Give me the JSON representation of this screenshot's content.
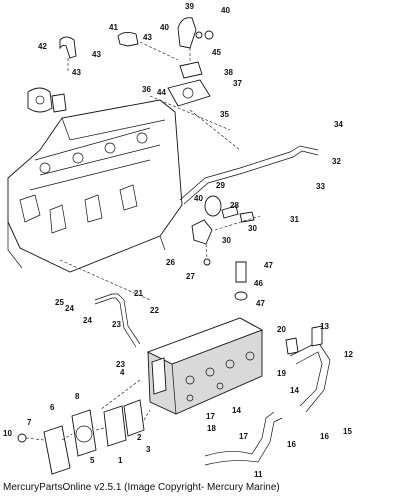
{
  "caption": "MercuryPartsOnline v2.5.1 (Image Copyright- Mercury Marine)",
  "callouts": [
    "1",
    "2",
    "3",
    "4",
    "5",
    "6",
    "7",
    "8",
    "10",
    "11",
    "12",
    "13",
    "14",
    "14",
    "15",
    "16",
    "16",
    "17",
    "17",
    "18",
    "19",
    "20",
    "21",
    "22",
    "23",
    "23",
    "24",
    "24",
    "25",
    "26",
    "27",
    "28",
    "29",
    "30",
    "30",
    "31",
    "32",
    "33",
    "34",
    "35",
    "36",
    "37",
    "38",
    "39",
    "40",
    "40",
    "40",
    "41",
    "42",
    "43",
    "43",
    "43",
    "44",
    "45",
    "46",
    "47",
    "47"
  ]
}
